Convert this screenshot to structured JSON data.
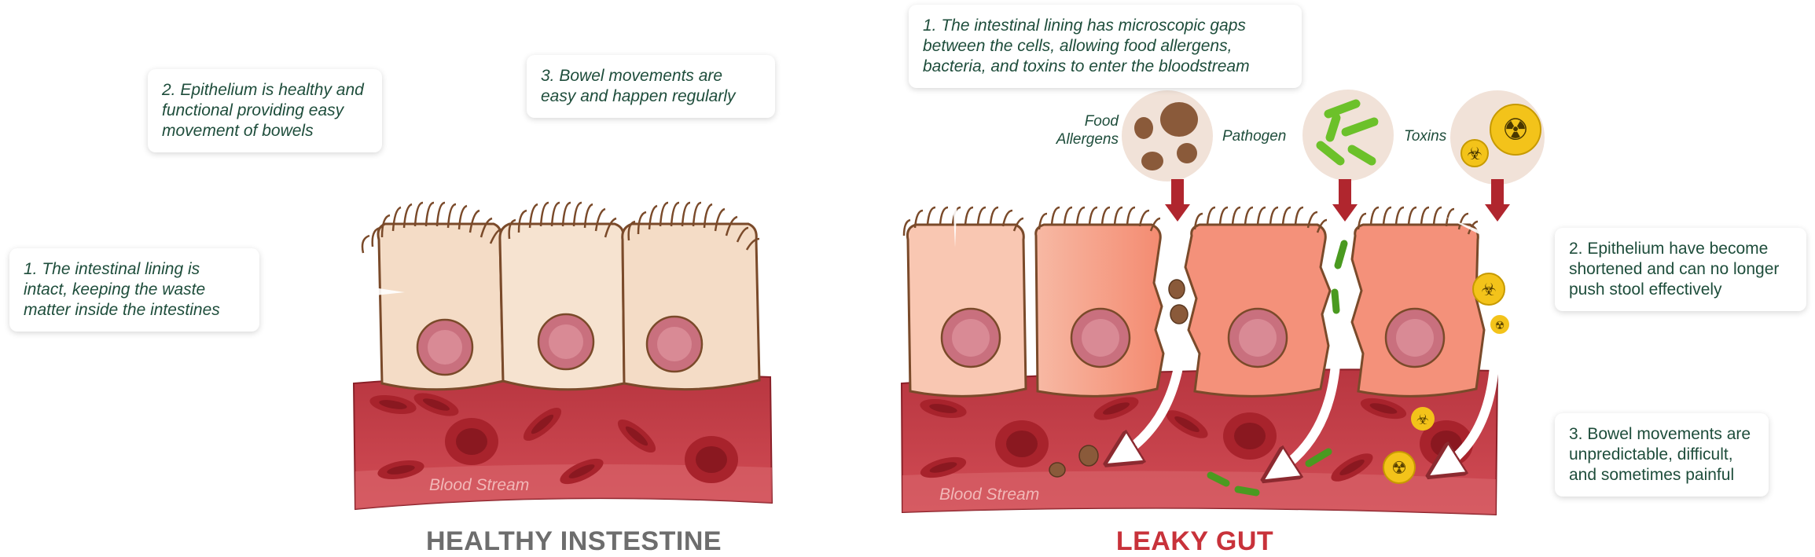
{
  "healthy": {
    "title": "HEALTHY INSTESTINE",
    "blood_label": "Blood Stream",
    "callout_1": "1. The intestinal lining is intact, keeping the waste matter inside the intestines",
    "callout_2": "2. Epithelium is healthy and functional providing easy movement of bowels",
    "callout_3": "3. Bowel movements are easy and happen regularly"
  },
  "leaky": {
    "title": "LEAKY GUT",
    "blood_label": "Blood Stream",
    "callout_1": "1. The intestinal lining has microscopic gaps between the cells, allowing food allergens, bacteria, and toxins to enter the bloodstream",
    "callout_2": "2. Epithelium have become shortened and can no longer push stool effectively",
    "callout_3": "3. Bowel movements are unpredictable, difficult, and sometimes painful",
    "icons": {
      "food_allergens": "Food Allergens",
      "pathogen": "Pathogen",
      "toxins": "Toxins"
    }
  },
  "colors": {
    "healthy_title": "#6d6d6d",
    "leaky_title": "#c8323a",
    "callout_text": "#1e4d3b",
    "blood": "#c1404a",
    "healthy_cell": "#f4dcc6",
    "leaky_cell": "#f4917a",
    "nucleus": "#c9707e"
  }
}
